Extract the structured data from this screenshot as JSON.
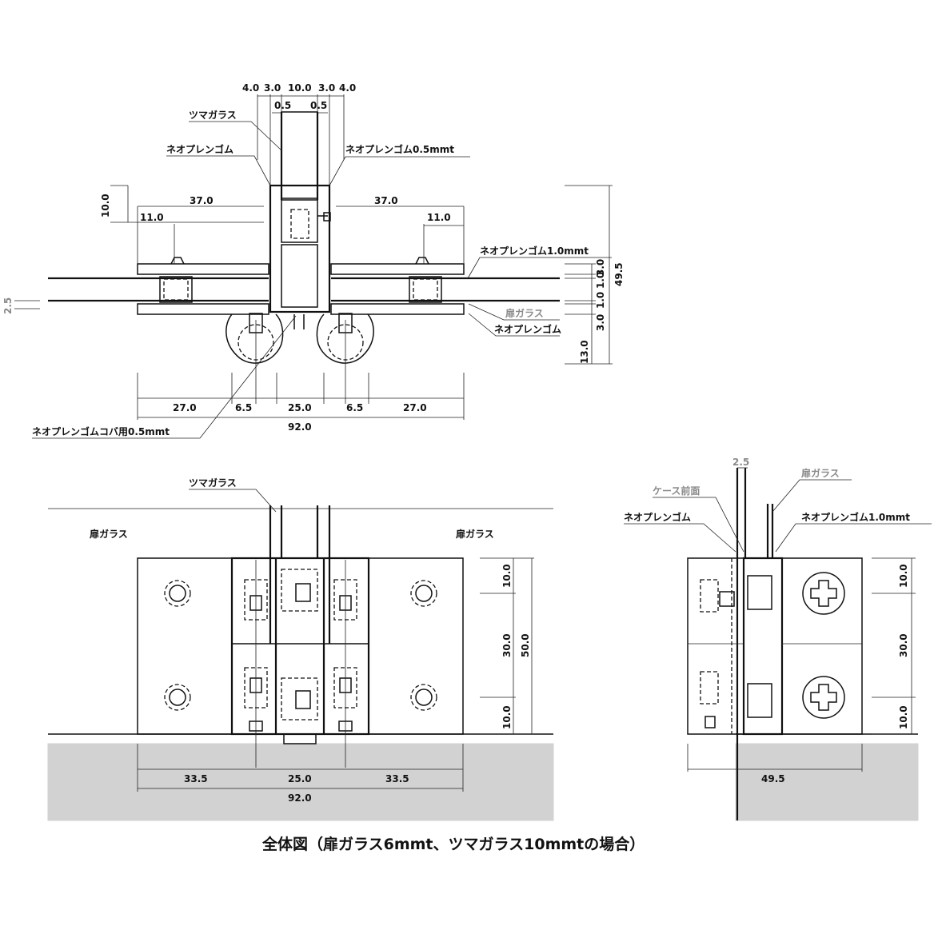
{
  "caption": "全体図（扉ガラス6mmt、ツマガラス10mmtの場合）",
  "plan_view": {
    "labels": {
      "tsuma_glass": "ツマガラス",
      "neoprene_left": "ネオプレンゴム",
      "neoprene_right": "ネオプレンゴム0.5mmt",
      "neoprene_1mm": "ネオプレンゴム1.0mmt",
      "door_glass": "扉ガラス",
      "neoprene_bottom": "ネオプレンゴム",
      "neoprene_koba": "ネオプレンゴムコバ用0.5mmt"
    },
    "dims": {
      "top_4a": "4.0",
      "top_3a": "3.0",
      "top_10": "10.0",
      "top_3b": "3.0",
      "top_4b": "4.0",
      "half_a": "0.5",
      "half_b": "0.5",
      "left_10": "10.0",
      "left_37": "37.0",
      "right_37": "37.0",
      "left_11": "11.0",
      "right_11": "11.0",
      "left_2_5": "2.5",
      "r_3_0a": "3.0",
      "r_1_0a": "1.0",
      "r_3_0b": "3.0",
      "r_1_0b": "1.0",
      "r_13_0": "13.0",
      "r_49_5": "49.5",
      "b_27a": "27.0",
      "b_6_5a": "6.5",
      "b_25": "25.0",
      "b_6_5b": "6.5",
      "b_27b": "27.0",
      "b_92": "92.0"
    }
  },
  "front_view": {
    "labels": {
      "tsuma_glass": "ツマガラス",
      "door_glass_left": "扉ガラス",
      "door_glass_right": "扉ガラス"
    },
    "dims": {
      "v_10a": "10.0",
      "v_30": "30.0",
      "v_10b": "10.0",
      "v_50": "50.0",
      "b_33_5a": "33.5",
      "b_25": "25.0",
      "b_33_5b": "33.5",
      "b_92": "92.0"
    }
  },
  "side_view": {
    "labels": {
      "case_front": "ケース前面",
      "door_glass": "扉ガラス",
      "neoprene": "ネオプレンゴム",
      "neoprene_1mm": "ネオプレンゴム1.0mmt"
    },
    "dims": {
      "top_2_5": "2.5",
      "v_10a": "10.0",
      "v_30": "30.0",
      "v_10b": "10.0",
      "b_49_5": "49.5"
    }
  }
}
